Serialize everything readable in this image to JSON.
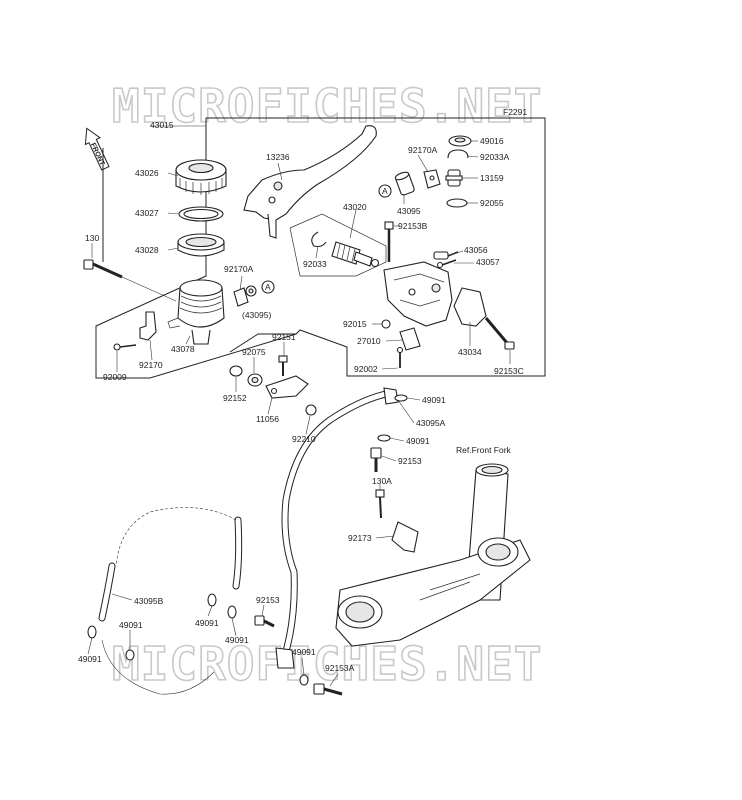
{
  "diagram": {
    "figure_code": "F2291",
    "watermark": "MICROFICHES.NET",
    "front_arrow_label": "FRONT",
    "ref_label": "Ref.Front Fork",
    "callout_letter": "A",
    "labels": {
      "p43015": "43015",
      "p43026": "43026",
      "p43027": "43027",
      "p43028": "43028",
      "p130": "130",
      "p13236": "13236",
      "p43020": "43020",
      "p92033": "92033",
      "p92170A": "92170A",
      "p43095": "43095",
      "p43095p": "(43095)",
      "p49016": "49016",
      "p92033A": "92033A",
      "p13159": "13159",
      "p92055": "92055",
      "p92153B": "92153B",
      "p43056": "43056",
      "p43057": "43057",
      "p92015": "92015",
      "p27010": "27010",
      "p92002": "92002",
      "p43034": "43034",
      "p92153C": "92153C",
      "p92009": "92009",
      "p92170": "92170",
      "p43078": "43078",
      "p92151": "92151",
      "p92075": "92075",
      "p92152": "92152",
      "p11056": "11056",
      "p92210": "92210",
      "p49091a": "49091",
      "p43095A": "43095A",
      "p49091b": "49091",
      "p92153a": "92153",
      "p130A": "130A",
      "p92173": "92173",
      "p43095B": "43095B",
      "p49091c": "49091",
      "p49091d": "49091",
      "p49091e": "49091",
      "p49091f": "49091",
      "p92153b": "92153",
      "p49091g": "49091",
      "p92153A": "92153A"
    }
  }
}
